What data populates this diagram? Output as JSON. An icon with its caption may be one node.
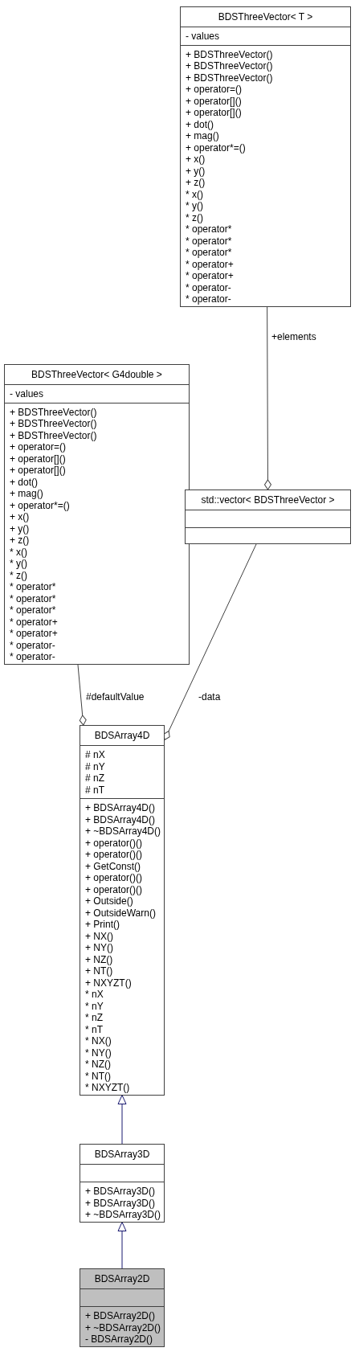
{
  "diagram": {
    "nodes": [
      {
        "text": [
          "BDSThreeVector< T >",
          "- values",
          "+ BDSThreeVector()",
          "+ BDSThreeVector()",
          "+ BDSThreeVector()",
          "+ operator=()",
          "+ operator[]()",
          "+ operator[]()",
          "+ dot()",
          "+ mag()",
          "+ operator*=()",
          "+ x()",
          "+ y()",
          "+ z()",
          "* x()",
          "* y()",
          "* z()",
          "* operator*",
          "* operator*",
          "* operator*",
          "* operator+",
          "* operator+",
          "* operator-",
          "* operator-"
        ]
      },
      {
        "text": [
          "BDSThreeVector< G4double >",
          "- values",
          "+ BDSThreeVector()",
          "+ BDSThreeVector()",
          "+ BDSThreeVector()",
          "+ operator=()",
          "+ operator[]()",
          "+ operator[]()",
          "+ dot()",
          "+ mag()",
          "+ operator*=()",
          "+ x()",
          "+ y()",
          "+ z()",
          "* x()",
          "* y()",
          "* z()",
          "* operator*",
          "* operator*",
          "* operator*",
          "* operator+",
          "* operator+",
          "* operator-",
          "* operator-"
        ]
      },
      {
        "text": [
          "std::vector< BDSThreeVector >"
        ]
      },
      {
        "text": [
          "BDSArray4D",
          "# nX",
          "# nY",
          "# nZ",
          "# nT",
          "+ BDSArray4D()",
          "+ BDSArray4D()",
          "+ ~BDSArray4D()",
          "+ operator()()",
          "+ operator()()",
          "+ GetConst()",
          "+ operator()()",
          "+ operator()()",
          "+ Outside()",
          "+ OutsideWarn()",
          "+ Print()",
          "+ NX()",
          "+ NY()",
          "+ NZ()",
          "+ NT()",
          "+ NXYZT()",
          "* nX",
          "* nY",
          "* nZ",
          "* nT",
          "* NX()",
          "* NY()",
          "* NZ()",
          "* NT()",
          "* NXYZT()"
        ]
      },
      {
        "text": [
          "BDSArray3D",
          "+ BDSArray3D()",
          "+ BDSArray3D()",
          "+ ~BDSArray3D()"
        ]
      },
      {
        "text": [
          "BDSArray2D",
          "+ BDSArray2D()",
          "+ ~BDSArray2D()",
          "- BDSArray2D()"
        ]
      }
    ],
    "edges": [
      {
        "from": 0,
        "to": 2,
        "arrow": "other",
        "label": "+elements"
      },
      {
        "from": 1,
        "to": 3,
        "arrow": "other",
        "label": "#defaultValue"
      },
      {
        "from": 2,
        "to": 3,
        "arrow": "other",
        "label": "-data"
      },
      {
        "from": 4,
        "to": 3,
        "arrow": "to",
        "color": "#191970"
      },
      {
        "from": 5,
        "to": 4,
        "arrow": "to",
        "color": "#191970"
      }
    ]
  }
}
